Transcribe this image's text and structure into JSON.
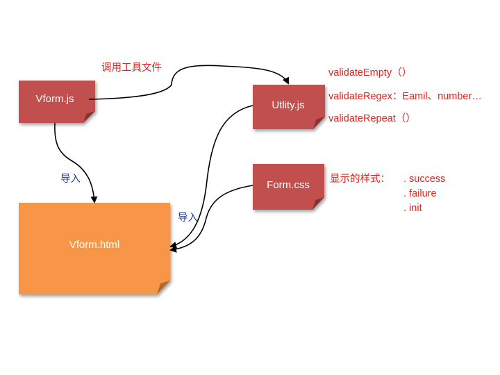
{
  "nodes": {
    "vform_js": {
      "label": "Vform.js",
      "color": "#c0504d"
    },
    "utility_js": {
      "label": "Utlity.js",
      "color": "#c0504d"
    },
    "form_css": {
      "label": "Form.css",
      "color": "#c0504d"
    },
    "vform_html": {
      "label": "Vform.html",
      "color": "#f79646"
    }
  },
  "edges": {
    "call_tools": {
      "label": "调用工具文件"
    },
    "import_left": {
      "label": "导入"
    },
    "import_right": {
      "label": "导入"
    }
  },
  "annotations": {
    "utility_methods": [
      "validateEmpty（）",
      "validateRegex：Eamil、number…",
      "validateRepeat（）"
    ],
    "css_title": "显示的样式：",
    "css_classes": [
      ". success",
      ". failure",
      ". init"
    ]
  },
  "colors": {
    "text_red": "#e0231c",
    "text_blue": "#1f3b9a"
  }
}
